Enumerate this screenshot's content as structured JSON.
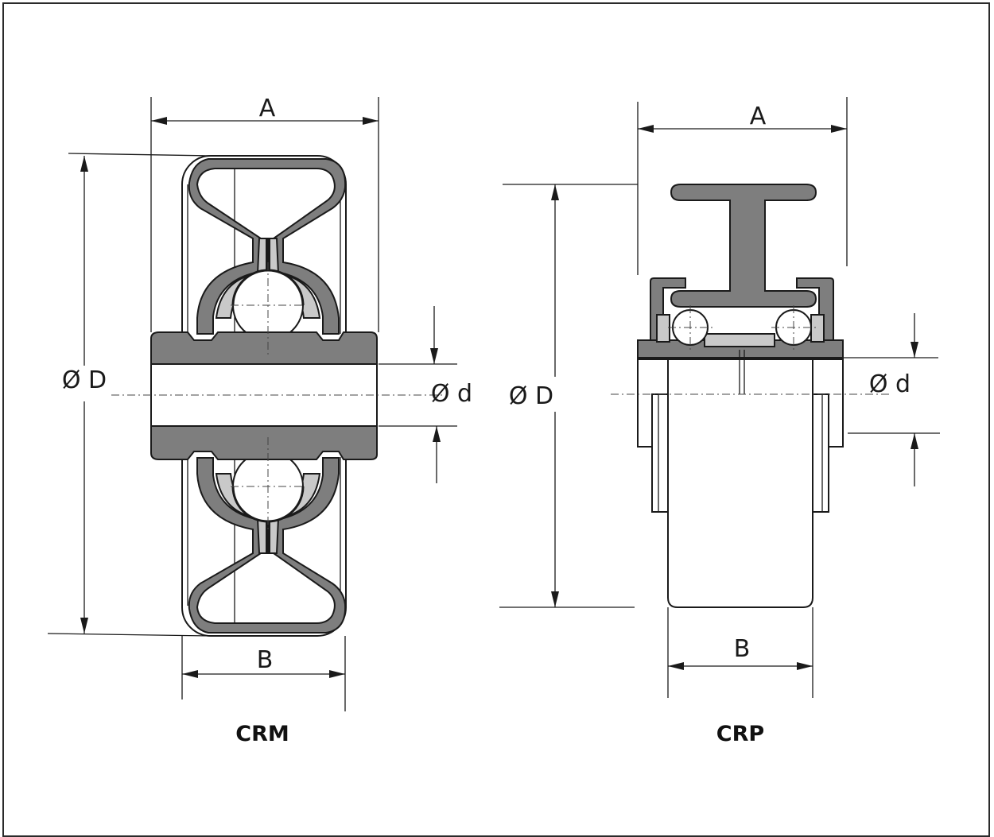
{
  "colors": {
    "dark_gray": "#7e7e7e",
    "light_gray": "#c9c9c9",
    "line": "#1a1a1a",
    "background": "#ffffff"
  },
  "crm": {
    "caption": "CRM",
    "label_A": "A",
    "label_B": "B",
    "label_D": "Ø D",
    "label_d": "Ø d"
  },
  "crp": {
    "caption": "CRP",
    "label_A": "A",
    "label_B": "B",
    "label_D": "Ø D",
    "label_d": "Ø d"
  }
}
